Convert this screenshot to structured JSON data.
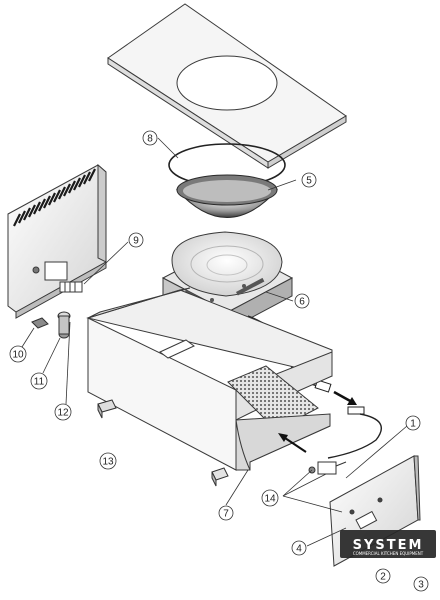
{
  "colors": {
    "line": "#3a3a3a",
    "panel": "#f2f2f2",
    "panel_shade": "#d9d9d9",
    "watermark_bg": "#262626",
    "watermark_text": "#ffffff"
  },
  "callouts": [
    {
      "label": "1"
    },
    {
      "label": "2"
    },
    {
      "label": "3"
    },
    {
      "label": "4"
    },
    {
      "label": "5"
    },
    {
      "label": "6"
    },
    {
      "label": "7"
    },
    {
      "label": "8"
    },
    {
      "label": "9"
    },
    {
      "label": "10"
    },
    {
      "label": "11"
    },
    {
      "label": "12"
    },
    {
      "label": "13"
    },
    {
      "label": "14"
    }
  ],
  "watermark": {
    "text": "SYSTEM",
    "subtext": "COMMERCIAL KITCHEN EQUIPMENT"
  }
}
